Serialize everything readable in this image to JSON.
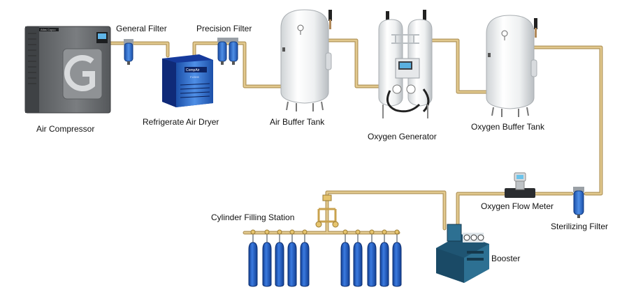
{
  "labels": {
    "air_compressor": "Air Compressor",
    "general_filter": "General Filter",
    "refrigerate_air_dryer": "Refrigerate Air Dryer",
    "precision_filter": "Precision Filter",
    "air_buffer_tank": "Air Buffer Tank",
    "oxygen_generator": "Oxygen Generator",
    "oxygen_buffer_tank": "Oxygen Buffer Tank",
    "oxygen_flow_meter": "Oxygen Flow Meter",
    "sterilizing_filter": "Sterilizing Filter",
    "booster": "Booster",
    "cylinder_filling_station": "Cylinder Filling Station"
  },
  "logos": {
    "compressor_brand": "Atlas Copco",
    "dryer_brand": "CompAir",
    "dryer_model": "F120HS"
  },
  "colors": {
    "pipe": "#d6b978",
    "pipe_outline": "#b2955a",
    "tank_white": "#f2f2f2",
    "cylinder_blue": "#1f5fc9",
    "compressor_gray": "#6b6e71",
    "dryer_blue": "#1f44b8",
    "booster_teal": "#2a6b8a"
  }
}
